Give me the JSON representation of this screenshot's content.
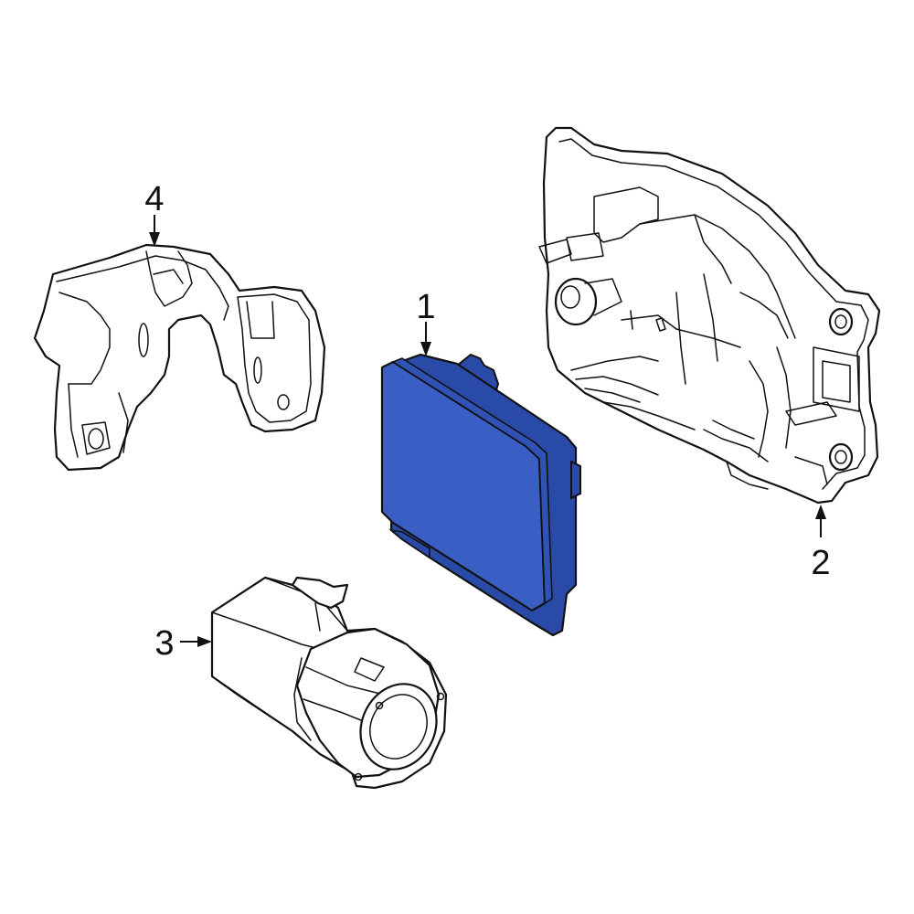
{
  "callouts": [
    {
      "number": "1",
      "part": "module"
    },
    {
      "number": "2",
      "part": "bracket"
    },
    {
      "number": "3",
      "part": "camera"
    },
    {
      "number": "4",
      "part": "cover"
    }
  ],
  "colors": {
    "highlight": "#3a5fc4",
    "highlight_dark": "#2a4aa8",
    "line": "#111111",
    "background": "#ffffff"
  }
}
